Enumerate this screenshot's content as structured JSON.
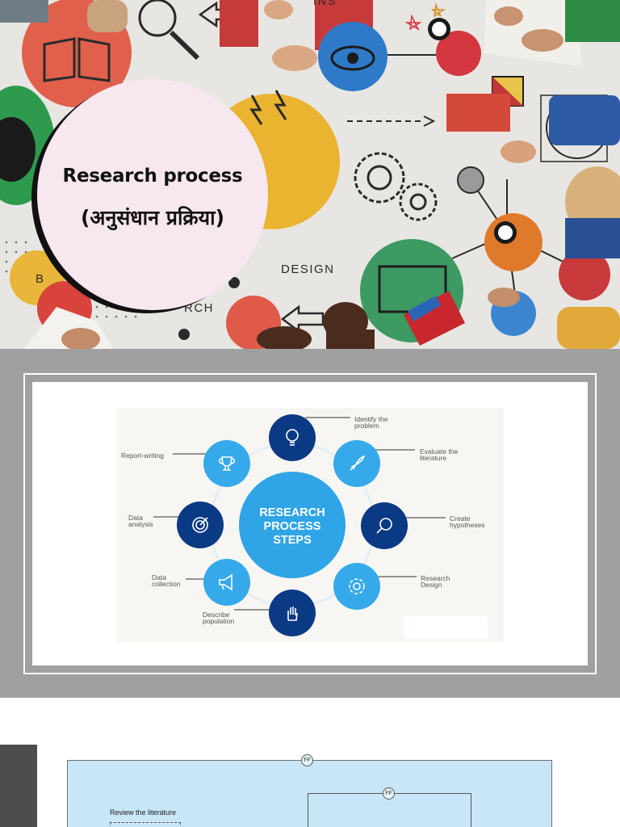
{
  "hero": {
    "title": "Research process",
    "subtitle": "(अनुसंधान प्रक्रिया)",
    "background_words": [
      "INS",
      "DESIGN",
      "RCH",
      "B"
    ],
    "colors": {
      "circle_fill": "#f7e8ef",
      "circle_shadow": "#111111",
      "text": "#121212"
    }
  },
  "steps": {
    "center": "RESEARCH\nPROCESS\nSTEPS",
    "items": [
      {
        "label": "Identify the\nproblem",
        "icon": "lightbulb-icon",
        "shade": "dark"
      },
      {
        "label": "Evaluate the\nliterature",
        "icon": "rocket-icon",
        "shade": "light"
      },
      {
        "label": "Create\nhypotheses",
        "icon": "magnifier-icon",
        "shade": "dark"
      },
      {
        "label": "Research\nDesign",
        "icon": "gear-icon",
        "shade": "light"
      },
      {
        "label": "Describe\npopulation",
        "icon": "hand-icon",
        "shade": "dark"
      },
      {
        "label": "Data\ncollection",
        "icon": "megaphone-icon",
        "shade": "light"
      },
      {
        "label": "Data\nanalysis",
        "icon": "target-icon",
        "shade": "dark"
      },
      {
        "label": "Report-writing",
        "icon": "trophy-icon",
        "shade": "light"
      }
    ],
    "colors": {
      "dark": "#0b3a84",
      "light": "#35a9ea",
      "center": "#2fa4e6",
      "ring": "#e4eef6"
    }
  },
  "flow": {
    "badge": "FF",
    "review_label": "Review the literature"
  }
}
